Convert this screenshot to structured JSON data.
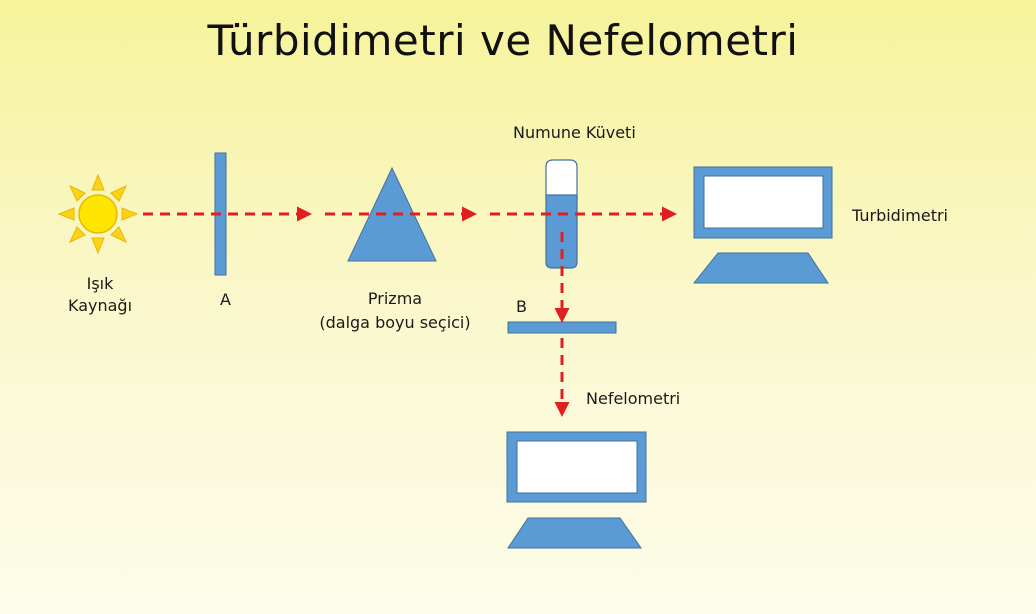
{
  "title": "Türbidimetri ve Nefelometri",
  "labels": {
    "light_source_line1": "Işık",
    "light_source_line2": "Kaynağı",
    "filter_a": "A",
    "prism_line1": "Prizma",
    "prism_line2": "(dalga boyu seçici)",
    "sample_cuvette": "Numune Küveti",
    "filter_b": "B",
    "turbidimeter": "Turbidimetri",
    "nephelometer": "Nefelometri"
  },
  "colors": {
    "component_fill": "#5b9bd5",
    "component_stroke": "#41719c",
    "beam": "#e02020",
    "sun_core": "#ffe600",
    "sun_rays": "#ffd21a"
  }
}
